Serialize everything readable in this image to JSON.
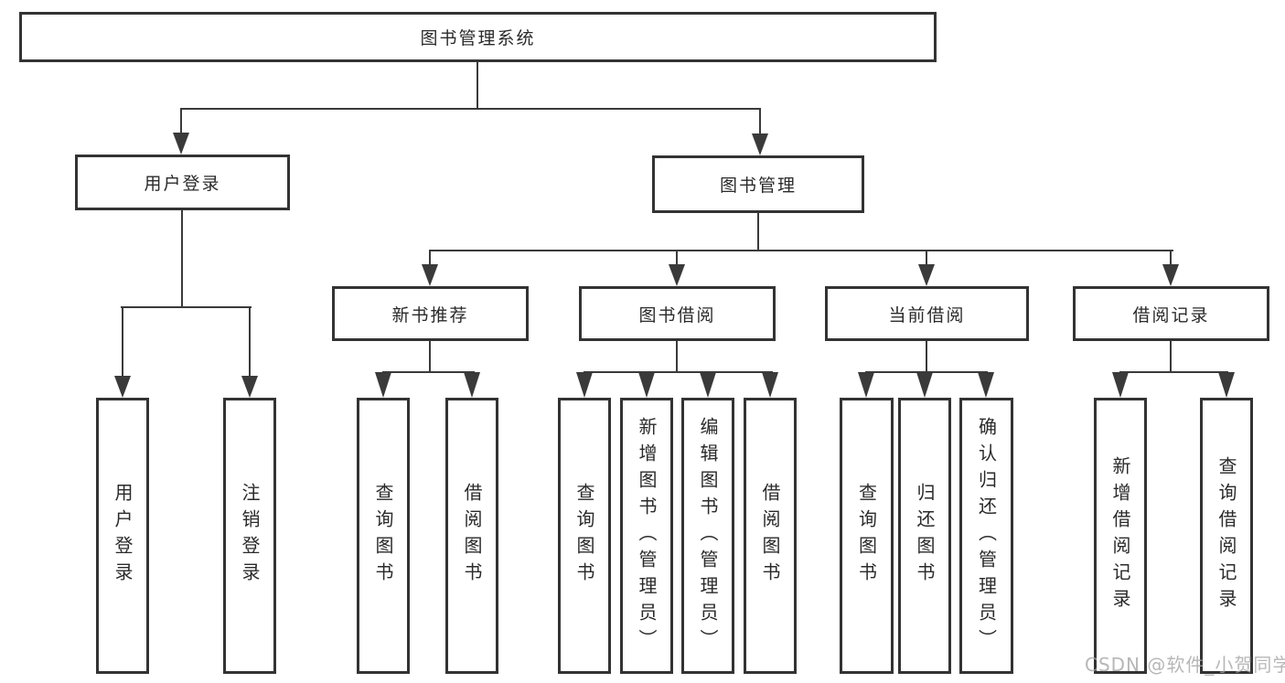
{
  "diagram": {
    "root": {
      "label": "图书管理系统"
    },
    "level2": [
      {
        "label": "用户登录"
      },
      {
        "label": "图书管理"
      }
    ],
    "level3": [
      {
        "label": "新书推荐"
      },
      {
        "label": "图书借阅"
      },
      {
        "label": "当前借阅"
      },
      {
        "label": "借阅记录"
      }
    ],
    "leaves": {
      "user_login": [
        "用户登录",
        "注销登录"
      ],
      "new_book": [
        "查询图书",
        "借阅图书"
      ],
      "book_borrow": [
        "查询图书",
        "新增图书（管理员）",
        "编辑图书（管理员）",
        "借阅图书"
      ],
      "current_borrow": [
        "查询图书",
        "归还图书",
        "确认归还（管理员）"
      ],
      "borrow_records": [
        "新增借阅记录",
        "查询借阅记录"
      ]
    }
  },
  "watermark": {
    "text": "CSDN @软件_小贺同学"
  },
  "colors": {
    "line": "#3a3a3a",
    "border": "#333333",
    "text": "#2a2a2a",
    "watermark": "#a5a5a5"
  }
}
